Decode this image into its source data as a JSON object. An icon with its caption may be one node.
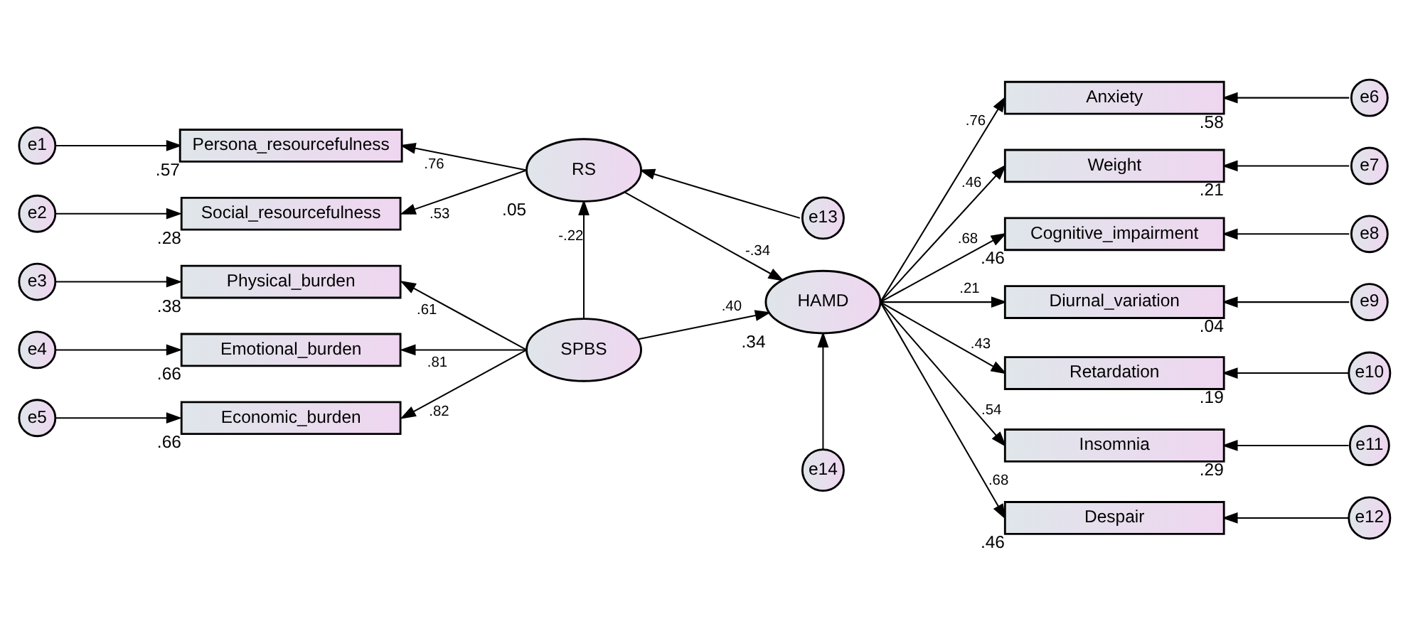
{
  "diagram": {
    "nodes": [
      {
        "text": [
          "e1"
        ]
      },
      {
        "text": [
          "Persona_resourcefulness"
        ],
        "beside": [
          ".57"
        ]
      },
      {
        "text": [
          "e2"
        ]
      },
      {
        "text": [
          "Social_resourcefulness"
        ],
        "beside": [
          ".28"
        ]
      },
      {
        "text": [
          "e3"
        ]
      },
      {
        "text": [
          "Physical_burden"
        ],
        "beside": [
          ".38"
        ]
      },
      {
        "text": [
          "e4"
        ]
      },
      {
        "text": [
          "Emotional_burden"
        ],
        "beside": [
          ".66"
        ]
      },
      {
        "text": [
          "e5"
        ]
      },
      {
        "text": [
          "Economic_burden"
        ],
        "beside": [
          ".66"
        ]
      },
      {
        "text": [
          "RS"
        ],
        "beside": [
          ".05"
        ]
      },
      {
        "text": [
          "e13"
        ]
      },
      {
        "text": [
          "SPBS"
        ]
      },
      {
        "text": [
          "HAMD"
        ],
        "beside": [
          ".34"
        ]
      },
      {
        "text": [
          "e14"
        ]
      },
      {
        "text": [
          "Anxiety"
        ],
        "beside": [
          ".58"
        ]
      },
      {
        "text": [
          "Weight"
        ],
        "beside": [
          ".21"
        ]
      },
      {
        "text": [
          "Cognitive_impairment"
        ],
        "beside": [
          ".46"
        ]
      },
      {
        "text": [
          "Diurnal_variation"
        ],
        "beside": [
          ".04"
        ]
      },
      {
        "text": [
          "Retardation"
        ],
        "beside": [
          ".19"
        ]
      },
      {
        "text": [
          "Insomnia"
        ],
        "beside": [
          ".29"
        ]
      },
      {
        "text": [
          "Despair"
        ],
        "beside": [
          ".46"
        ]
      },
      {
        "text": [
          "e6"
        ]
      },
      {
        "text": [
          "e7"
        ]
      },
      {
        "text": [
          "e8"
        ]
      },
      {
        "text": [
          "e9"
        ]
      },
      {
        "text": [
          "e10"
        ]
      },
      {
        "text": [
          "e11"
        ]
      },
      {
        "text": [
          "e12"
        ]
      }
    ],
    "edges": [
      {
        "from": 0,
        "to": 1,
        "arrow": "to"
      },
      {
        "from": 2,
        "to": 3,
        "arrow": "to"
      },
      {
        "from": 4,
        "to": 5,
        "arrow": "to"
      },
      {
        "from": 6,
        "to": 7,
        "arrow": "to"
      },
      {
        "from": 8,
        "to": 9,
        "arrow": "to"
      },
      {
        "from": 10,
        "to": 1,
        "arrow": "to",
        "label": ".76"
      },
      {
        "from": 10,
        "to": 3,
        "arrow": "to",
        "label": ".53"
      },
      {
        "from": 11,
        "to": 10,
        "arrow": "to"
      },
      {
        "from": 12,
        "to": 10,
        "arrow": "to",
        "label": "-.22"
      },
      {
        "from": 10,
        "to": 13,
        "arrow": "to",
        "label": "-.34"
      },
      {
        "from": 12,
        "to": 5,
        "arrow": "to",
        "label": ".61"
      },
      {
        "from": 12,
        "to": 7,
        "arrow": "to",
        "label": ".81"
      },
      {
        "from": 12,
        "to": 9,
        "arrow": "to",
        "label": ".82"
      },
      {
        "from": 12,
        "to": 13,
        "arrow": "to",
        "label": ".40"
      },
      {
        "from": 14,
        "to": 13,
        "arrow": "to"
      },
      {
        "from": 13,
        "to": 15,
        "arrow": "to",
        "label": ".76"
      },
      {
        "from": 13,
        "to": 16,
        "arrow": "to",
        "label": ".46"
      },
      {
        "from": 13,
        "to": 17,
        "arrow": "to",
        "label": ".68"
      },
      {
        "from": 13,
        "to": 18,
        "arrow": "to",
        "label": ".21"
      },
      {
        "from": 13,
        "to": 19,
        "arrow": "to",
        "label": ".43"
      },
      {
        "from": 13,
        "to": 20,
        "arrow": "to",
        "label": ".54"
      },
      {
        "from": 13,
        "to": 21,
        "arrow": "to",
        "label": ".68"
      },
      {
        "from": 22,
        "to": 15,
        "arrow": "to"
      },
      {
        "from": 23,
        "to": 16,
        "arrow": "to"
      },
      {
        "from": 24,
        "to": 17,
        "arrow": "to"
      },
      {
        "from": 25,
        "to": 18,
        "arrow": "to"
      },
      {
        "from": 26,
        "to": 19,
        "arrow": "to"
      },
      {
        "from": 27,
        "to": 20,
        "arrow": "to"
      },
      {
        "from": 28,
        "to": 21,
        "arrow": "to"
      }
    ]
  }
}
